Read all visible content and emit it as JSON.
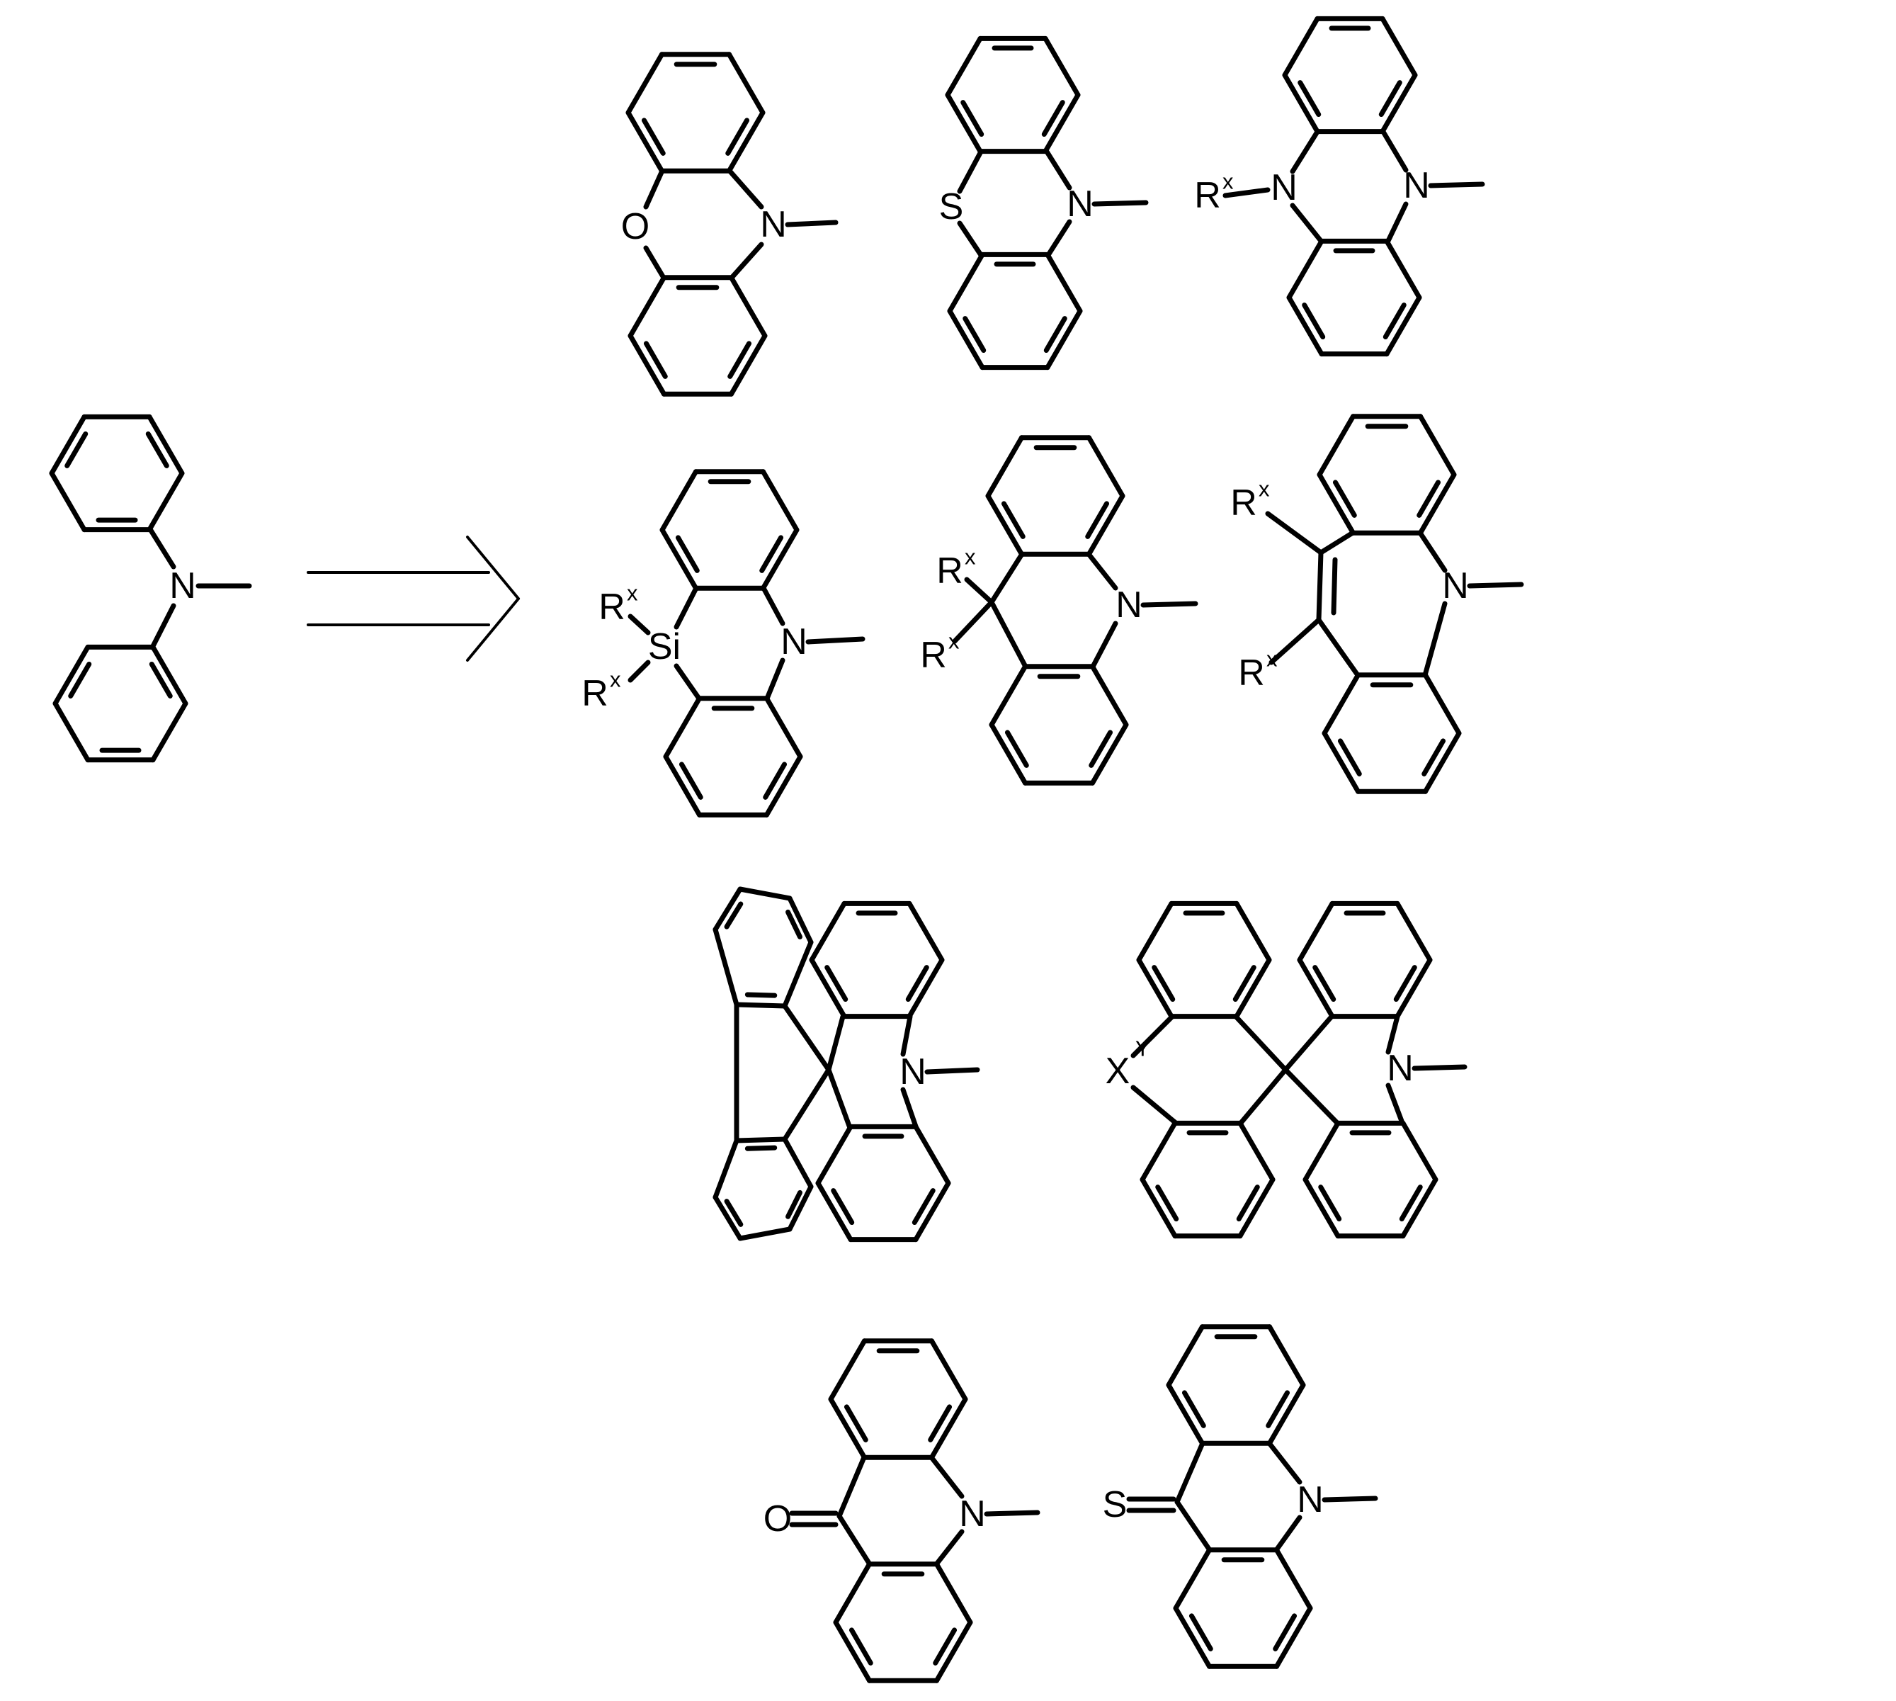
{
  "colors": {
    "ink": "#000000",
    "background": "#ffffff"
  },
  "labels": {
    "N": "N",
    "O": "O",
    "S": "S",
    "Si": "Si",
    "R": "R",
    "x": "x",
    "X": "X",
    "Y": "Y"
  },
  "structures": [
    {
      "id": "diphenylamine",
      "heteroatoms": [
        "N"
      ]
    },
    {
      "id": "phenoxazine",
      "heteroatoms": [
        "O",
        "N"
      ]
    },
    {
      "id": "phenothiazine",
      "heteroatoms": [
        "S",
        "N"
      ]
    },
    {
      "id": "dihydrophenazine",
      "heteroatoms": [
        "N",
        "N"
      ],
      "substituents": [
        "Rx"
      ]
    },
    {
      "id": "dibenzoazasiline",
      "heteroatoms": [
        "Si",
        "N"
      ],
      "substituents": [
        "Rx",
        "Rx"
      ]
    },
    {
      "id": "dihydroacridine",
      "heteroatoms": [
        "N"
      ],
      "substituents": [
        "Rx",
        "Rx"
      ]
    },
    {
      "id": "dibenzazepine",
      "heteroatoms": [
        "N"
      ],
      "substituents": [
        "Rx",
        "Rx"
      ]
    },
    {
      "id": "spiro-fluorene-acridine",
      "heteroatoms": [
        "N"
      ]
    },
    {
      "id": "spiro-xy-acridine",
      "heteroatoms": [
        "X",
        "N"
      ],
      "substituents": [
        "Y"
      ]
    },
    {
      "id": "acridone",
      "heteroatoms": [
        "O",
        "N"
      ]
    },
    {
      "id": "thioacridone",
      "heteroatoms": [
        "S",
        "N"
      ]
    }
  ]
}
